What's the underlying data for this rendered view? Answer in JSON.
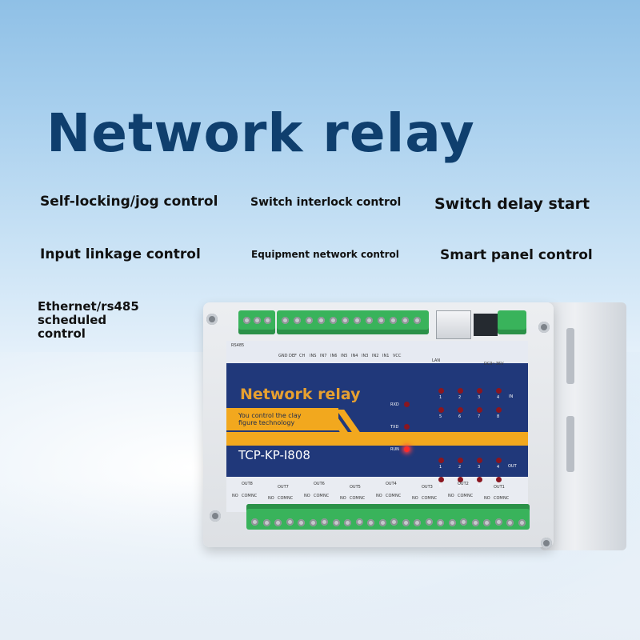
{
  "title": "Network relay",
  "features": {
    "f1": "Self-locking/jog control",
    "f2": "Switch interlock control",
    "f3": "Switch delay start",
    "f4": "Input linkage control",
    "f5": "Equipment network control",
    "f6": "Smart panel control",
    "f7_l1": "Ethernet/rs485",
    "f7_l2": "scheduled",
    "f7_l3": "control"
  },
  "device": {
    "name": "Network relay",
    "subtitle_l1": "You control the clay",
    "subtitle_l2": "figure technology",
    "model": "TCP-KP-I808",
    "led_rxd": "RXD",
    "led_txd": "TXD",
    "led_run": "RUN",
    "in_label": "IN",
    "out_label": "OUT",
    "lan_label": "LAN",
    "power_label": "DC9~36V",
    "rs485_label": "RS485",
    "num": [
      "1",
      "2",
      "3",
      "4",
      "5",
      "6",
      "7",
      "8"
    ],
    "pins": [
      "GND",
      "DEF",
      "CH",
      "INS",
      "IN7",
      "IN6",
      "IN5",
      "IN4",
      "IN3",
      "IN2",
      "IN1",
      "VCC"
    ],
    "out_names": [
      "OUT8",
      "OUT7",
      "OUT6",
      "OUT5",
      "OUT4",
      "OUT3",
      "OUT2",
      "OUT1"
    ],
    "contacts": [
      "NO",
      "COM",
      "NC"
    ]
  },
  "colors": {
    "title": "#0f3f6e",
    "panel": "#20387a",
    "accent": "#f2a81e",
    "terminal": "#39b35b"
  }
}
